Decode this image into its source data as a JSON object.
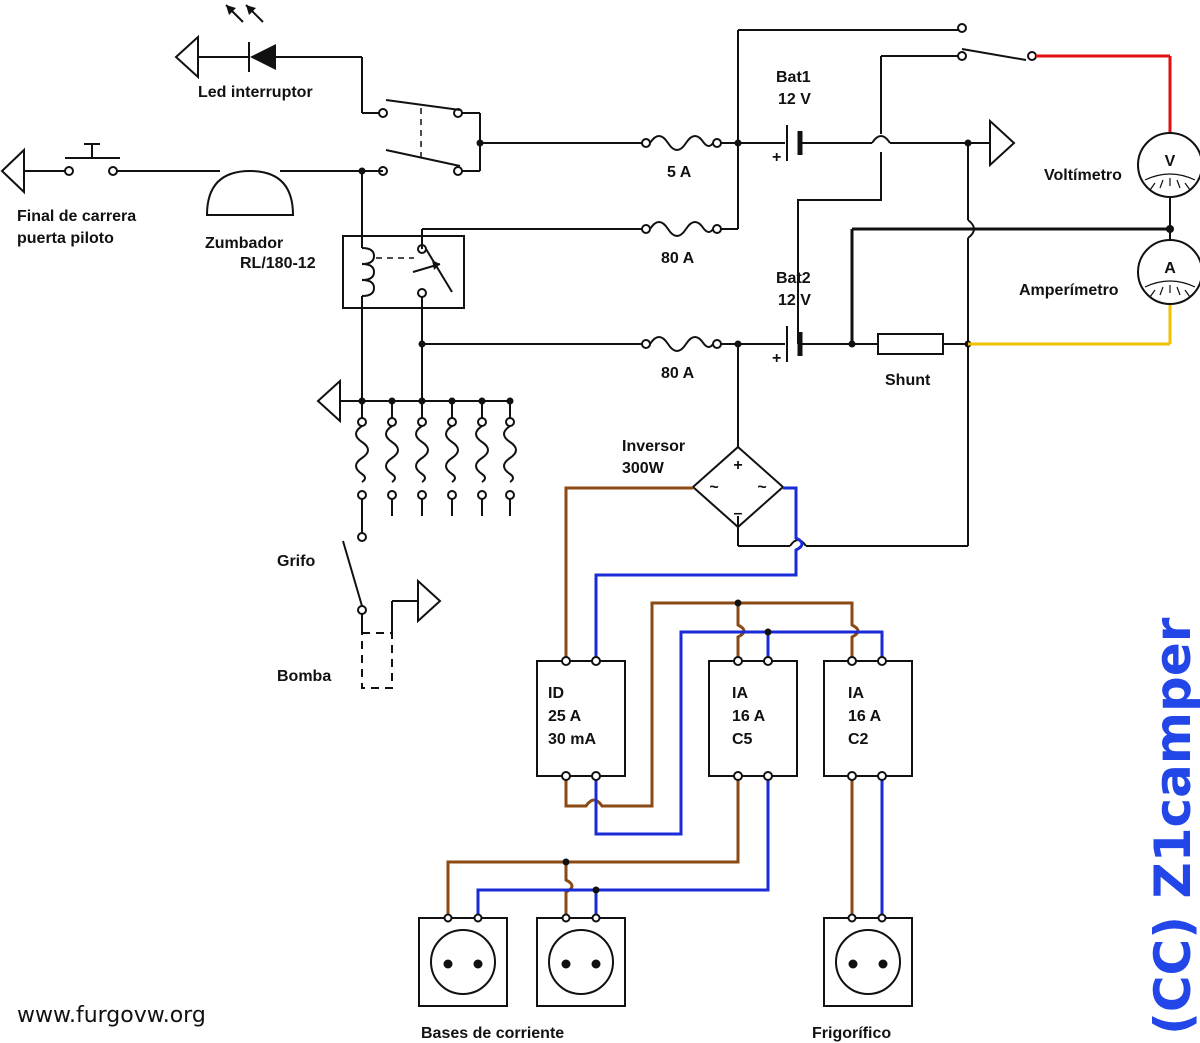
{
  "labels": {
    "led": "Led interruptor",
    "limit_switch_l1": "Final de carrera",
    "limit_switch_l2": "puerta piloto",
    "buzzer": "Zumbador",
    "relay": "RL/180-12",
    "fuse_5": "5 A",
    "fuse_80a": "80 A",
    "fuse_80b": "80 A",
    "bat1_l1": "Bat1",
    "bat1_l2": "12 V",
    "bat2_l1": "Bat2",
    "bat2_l2": "12 V",
    "voltmeter": "Voltímetro",
    "ammeter": "Amperímetro",
    "shunt": "Shunt",
    "inverter_l1": "Inversor",
    "inverter_l2": "300W",
    "tap": "Grifo",
    "pump": "Bomba",
    "sockets": "Bases de corriente",
    "fridge": "Frigorífico",
    "website": "www.furgovw.org",
    "credit": "(CC) Z1camper",
    "meter_v": "V",
    "meter_a": "A",
    "plus1": "+",
    "plus2": "+"
  },
  "breakers": [
    {
      "l1": "ID",
      "l2": "25 A",
      "l3": "30 mA"
    },
    {
      "l1": "IA",
      "l2": "16 A",
      "l3": "C5"
    },
    {
      "l1": "IA",
      "l2": "16 A",
      "l3": "C2"
    }
  ],
  "colors": {
    "brown": "#8b4a14",
    "blue": "#1a2bd8",
    "red": "#e01010",
    "yellow": "#f2c200",
    "credit": "#2246e8"
  }
}
